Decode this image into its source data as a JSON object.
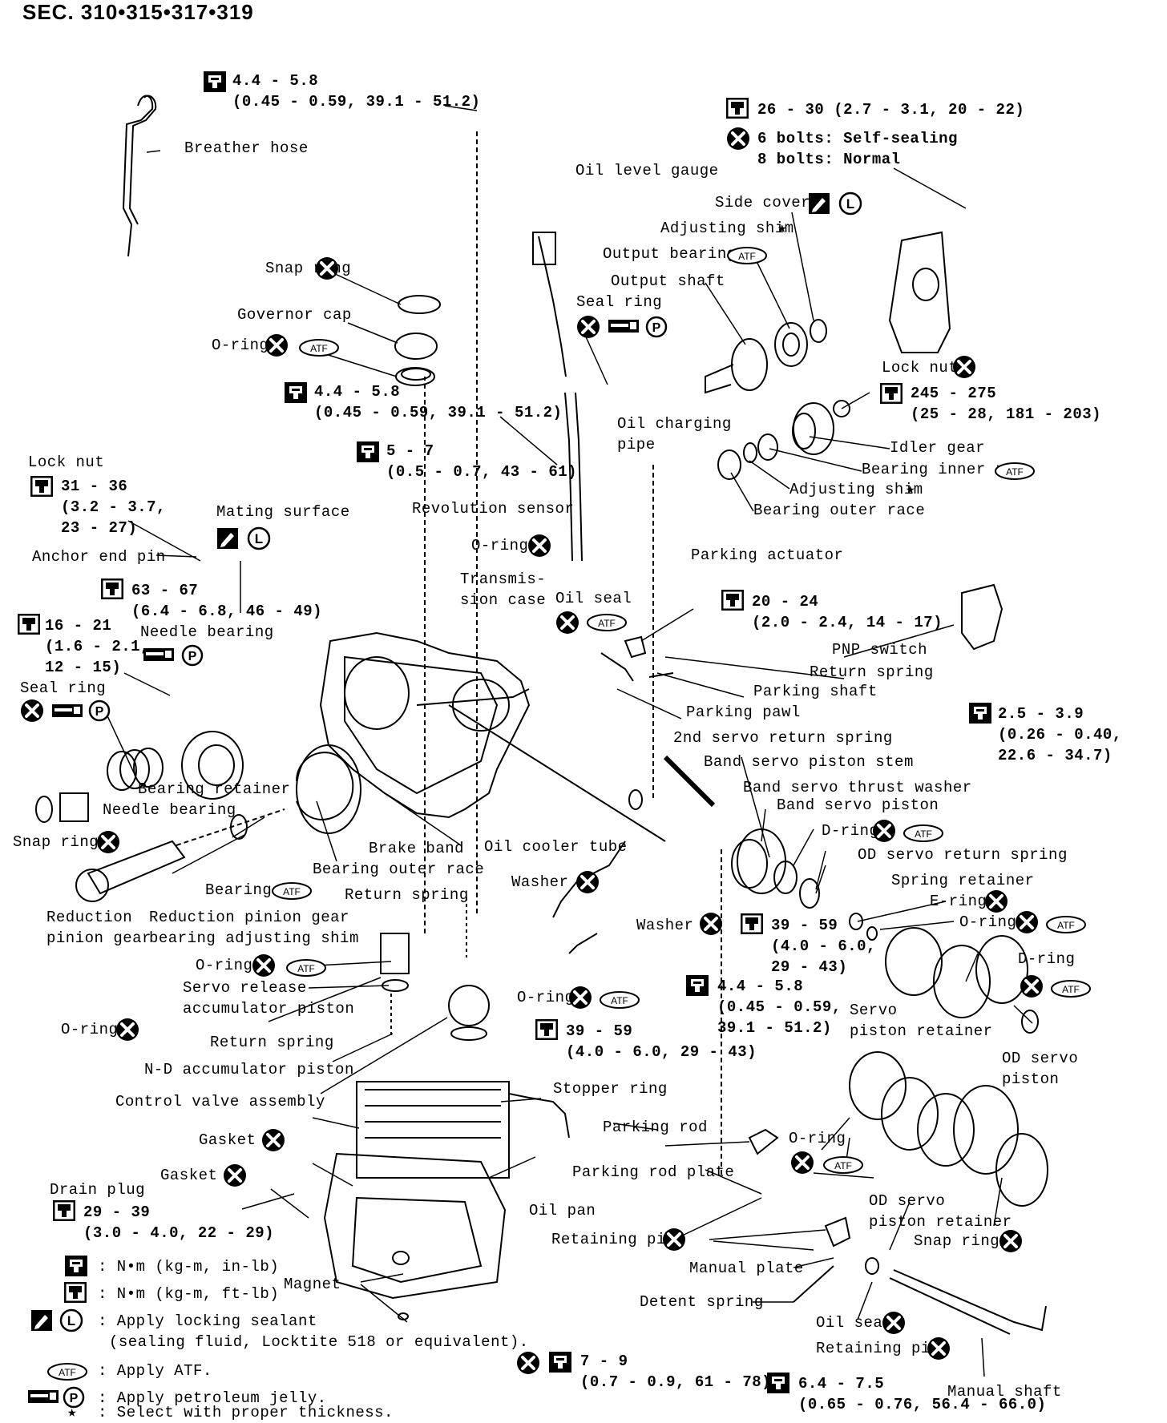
{
  "section": "SEC. 310•315•317•319",
  "symbols": {
    "star": "★"
  },
  "labels": {
    "breather_hose": "Breather hose",
    "oil_level_gauge": "Oil level gauge",
    "side_cover": "Side cover",
    "adjusting_shim_top": "Adjusting shim",
    "output_bearing": "Output bearing",
    "output_shaft": "Output shaft",
    "seal_ring_top": "Seal ring",
    "snap_ring_top": "Snap ring",
    "governor_cap": "Governor cap",
    "o_ring_gov": "O-ring",
    "lock_nut_right": "Lock nut",
    "oil_charging_pipe_1": "Oil charging",
    "oil_charging_pipe_2": "pipe",
    "idler_gear": "Idler gear",
    "bearing_inner_race": "Bearing inner race",
    "adjusting_shim_mid": "Adjusting shim",
    "bearing_outer_race_right": "Bearing outer race",
    "lock_nut_left": "Lock nut",
    "mating_surface": "Mating surface",
    "revolution_sensor": "Revolution sensor",
    "anchor_end_pin": "Anchor end pin",
    "o_ring_sensor": "O-ring",
    "parking_actuator": "Parking actuator",
    "transmission_case_1": "Transmis-",
    "transmission_case_2": "sion case",
    "oil_seal_case": "Oil seal",
    "needle_bearing_top": "Needle bearing",
    "pnp_switch": "PNP switch",
    "return_spring_park": "Return spring",
    "parking_shaft": "Parking shaft",
    "seal_ring_left": "Seal ring",
    "parking_pawl": "Parking pawl",
    "second_servo_return_spring": "2nd servo return spring",
    "band_servo_piston_stem": "Band servo piston stem",
    "bearing_retainer": "Bearing retainer",
    "band_servo_thrust_washer": "Band servo thrust washer",
    "needle_bearing_low": "Needle bearing",
    "band_servo_piston": "Band servo piston",
    "snap_ring_left": "Snap ring",
    "d_ring_top": "D-ring",
    "brake_band": "Brake band",
    "oil_cooler_tube": "Oil cooler tube",
    "bearing_outer_race_low": "Bearing outer race",
    "od_servo_return_spring": "OD servo return spring",
    "washer_1": "Washer",
    "spring_retainer": "Spring retainer",
    "return_spring_mid": "Return spring",
    "bearing_low": "Bearing",
    "e_ring": "E-ring",
    "reduction_pinion_gear_1": "Reduction",
    "reduction_pinion_gear_2": "pinion gear",
    "reduction_shim_1": "Reduction pinion gear",
    "reduction_shim_2": "bearing adjusting shim",
    "washer_2": "Washer",
    "o_ring_right": "O-ring",
    "d_ring_right": "D-ring",
    "o_ring_servo": "O-ring",
    "servo_release_1": "Servo release",
    "servo_release_2": "accumulator piston",
    "o_ring_mid": "O-ring",
    "servo_piston_retainer_1": "Servo",
    "servo_piston_retainer_2": "piston retainer",
    "o_ring_left": "O-ring",
    "return_spring_low": "Return spring",
    "od_servo_piston_1": "OD servo",
    "od_servo_piston_2": "piston",
    "nd_accumulator_piston": "N-D accumulator piston",
    "stopper_ring": "Stopper ring",
    "control_valve_assembly": "Control valve assembly",
    "parking_rod": "Parking rod",
    "o_ring_bottom_right": "O-ring",
    "gasket_1": "Gasket",
    "gasket_2": "Gasket",
    "parking_rod_plate": "Parking rod plate",
    "drain_plug": "Drain plug",
    "oil_pan": "Oil pan",
    "od_servo_piston_retainer_1": "OD servo",
    "od_servo_piston_retainer_2": "piston retainer",
    "retaining_pin_1": "Retaining pin",
    "snap_ring_right": "Snap ring",
    "manual_plate": "Manual plate",
    "magnet": "Magnet",
    "detent_spring": "Detent spring",
    "oil_seal_bottom": "Oil seal",
    "retaining_pin_2": "Retaining pin",
    "manual_shaft": "Manual shaft"
  },
  "torques": {
    "t_top_1": "4.4 - 5.8",
    "t_top_2": "(0.45 - 0.59, 39.1 - 51.2)",
    "t_sidecover": "26 - 30 (2.7 - 3.1, 20 - 22)",
    "bolts_1": "6 bolts: Self-sealing",
    "bolts_2": "8 bolts: Normal",
    "t_gov_1": "4.4 - 5.8",
    "t_gov_2": "(0.45 - 0.59, 39.1 - 51.2)",
    "t_locknut_r_1": "245 - 275",
    "t_locknut_r_2": "(25 - 28, 181 - 203)",
    "t_sensor_1": "5 - 7",
    "t_sensor_2": "(0.5 - 0.7, 43 - 61)",
    "t_locknut_l_1": "31 - 36",
    "t_locknut_l_2": "(3.2 - 3.7,",
    "t_locknut_l_3": "23 - 27)",
    "t_case_1": "63 - 67",
    "t_case_2": "(6.4 - 6.8, 46 - 49)",
    "t_park_1": "20 - 24",
    "t_park_2": "(2.0 - 2.4, 14 - 17)",
    "t_left_1": "16 - 21",
    "t_left_2": "(1.6 - 2.1,",
    "t_left_3": "12 - 15)",
    "t_pnp_1": "2.5 - 3.9",
    "t_pnp_2": "(0.26 - 0.40,",
    "t_pnp_3": "22.6 - 34.7)",
    "t_cooler_1": "39 - 59",
    "t_cooler_2": "(4.0 - 6.0,",
    "t_cooler_3": "29 - 43)",
    "t_mid_1": "4.4 - 5.8",
    "t_mid_2": "(0.45 - 0.59,",
    "t_mid_3": "39.1 - 51.2)",
    "t_cooler2_1": "39 - 59",
    "t_cooler2_2": "(4.0 - 6.0, 29 - 43)",
    "t_drain_1": "29 - 39",
    "t_drain_2": "(3.0 - 4.0, 22 - 29)",
    "t_pan_1": "7 - 9",
    "t_pan_2": "(0.7 - 0.9, 61 - 78)",
    "t_detent_1": "6.4 - 7.5",
    "t_detent_2": "(0.65 - 0.76, 56.4 - 66.0)"
  },
  "legend": {
    "nm_inlb": ": N•m (kg-m, in-lb)",
    "nm_ftlb": ": N•m (kg-m, ft-lb)",
    "sealant_1": ": Apply locking sealant",
    "sealant_2": "(sealing fluid, Locktite 518 or equivalent).",
    "atf": ": Apply ATF.",
    "jelly": ": Apply petroleum jelly.",
    "star": ": Select with proper thickness."
  },
  "icon_text": {
    "atf": "ATF",
    "l": "L",
    "p": "P"
  },
  "icons": [
    "torque-wrench-icon",
    "torque-wrench-small-icon",
    "replace-x-icon",
    "apply-atf-icon",
    "locking-sealant-icon",
    "apply-petroleum-jelly-icon",
    "select-thickness-star-icon"
  ]
}
